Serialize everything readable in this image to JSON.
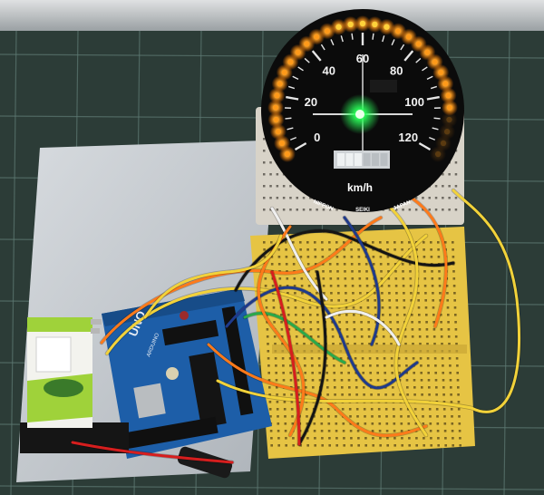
{
  "gauge": {
    "ticks": [
      "0",
      "20",
      "40",
      "60",
      "80",
      "100",
      "120"
    ],
    "unit": "km/h",
    "brand_left": "NIPPON",
    "brand_mid": "SEIKI",
    "brand_right": "JAPAN",
    "led_on_color": "#ff9a1a",
    "led_hot_color": "#ffd23a",
    "center_led_color": "#2bff5a"
  },
  "battery": {
    "brand": "",
    "label_color": "#9fd23a"
  },
  "board": {
    "name": "UNO",
    "maker": "ARDUINO",
    "board_color": "#1d5ea8"
  },
  "colors": {
    "mat": "#2c3c37",
    "grid": "#5e7a73",
    "breadboard": "#e9c84a",
    "base_card": "#c8cdd2",
    "wire_orange": "#ff7a1a",
    "wire_yellow": "#f2d23a",
    "wire_black": "#141414",
    "wire_blue": "#1f3a8a",
    "wire_red": "#d61e1e",
    "wire_white": "#f0f0f0",
    "wire_green": "#2aa84a"
  }
}
